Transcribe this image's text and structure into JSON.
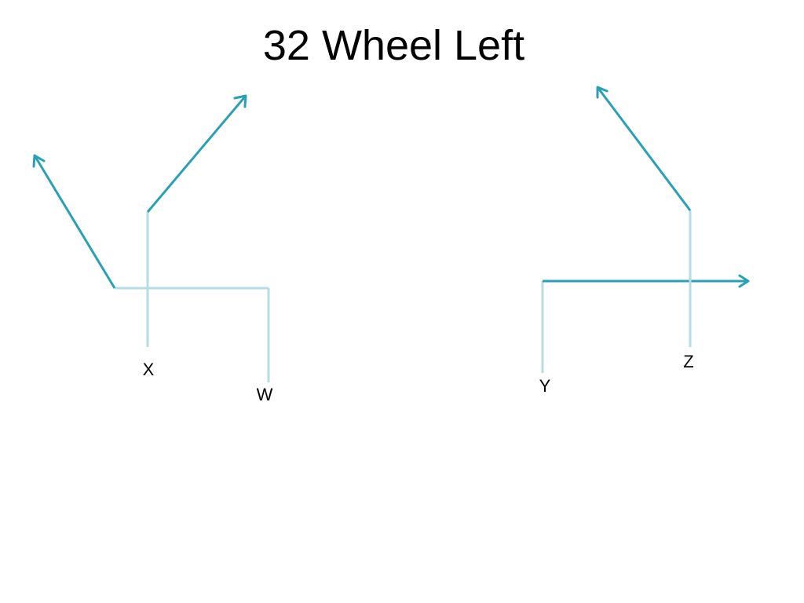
{
  "slide": {
    "title": "32 Wheel Left"
  },
  "players": {
    "x": {
      "label": "X"
    },
    "w": {
      "label": "W"
    },
    "y": {
      "label": "Y"
    },
    "z": {
      "label": "Z"
    }
  },
  "colors": {
    "stem": "#b6dde1",
    "route": "#2aa0b7",
    "text": "#000000"
  }
}
